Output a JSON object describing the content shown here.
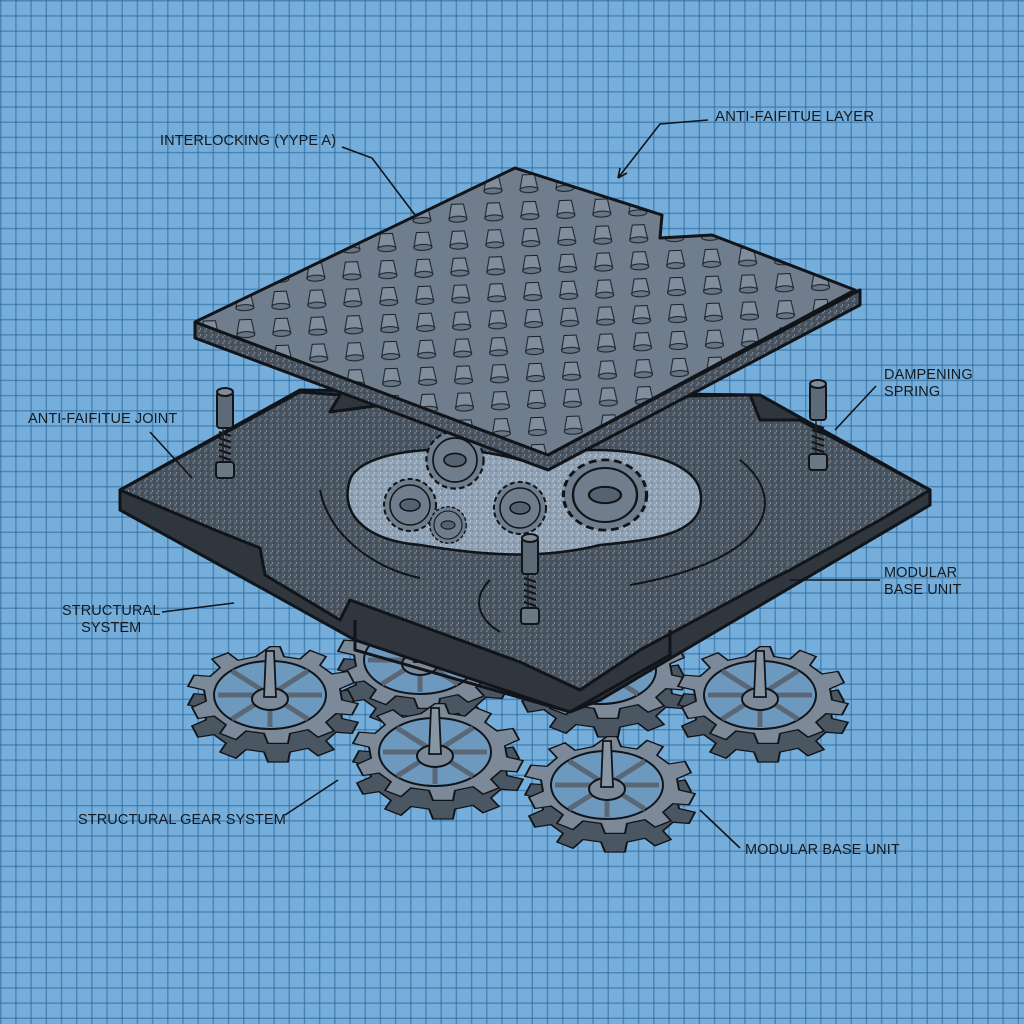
{
  "diagram": {
    "title": "Exploded view of modular interlocking floor tile",
    "colors": {
      "grid_background": "#75aedb",
      "grid_line": "#3f7fb0",
      "part_fill": "#5d6a78",
      "part_fill_dark": "#3c4550",
      "part_top": "#7d8a98",
      "outline": "#111418",
      "label_text": "#141a20"
    },
    "components": [
      {
        "id": "top-plate",
        "name": "Interlocking top plate with studded surface"
      },
      {
        "id": "base-unit",
        "name": "Modular base unit with internal gear train"
      },
      {
        "id": "springs",
        "name": "Dampening spring posts",
        "count": 3
      },
      {
        "id": "internal-gears",
        "name": "Internal gears",
        "count": 5
      },
      {
        "id": "bottom-gears",
        "name": "Structural gears",
        "count": 4
      }
    ],
    "labels": [
      {
        "id": "interlocking",
        "text": "INTERLOCKING  (YYPE A)"
      },
      {
        "id": "anti-fatigue-layer",
        "text": "ANTI-FAIFITUE LAYER"
      },
      {
        "id": "dampening-spring",
        "text": "DAMPENING\nSPRING"
      },
      {
        "id": "anti-fatigue-joint",
        "text": "ANTI-FAIFITUE JOINT"
      },
      {
        "id": "structural-system",
        "text": "STRUCTURAL\nSYSTEM"
      },
      {
        "id": "modular-base-unit-right",
        "text": "MODULAR\nBASE UNIT"
      },
      {
        "id": "structural-gear-system",
        "text": "STRUCTURAL GEAR SYSTEM"
      },
      {
        "id": "modular-base-unit-bottom",
        "text": "MODULAR BASE UNIT"
      }
    ]
  }
}
